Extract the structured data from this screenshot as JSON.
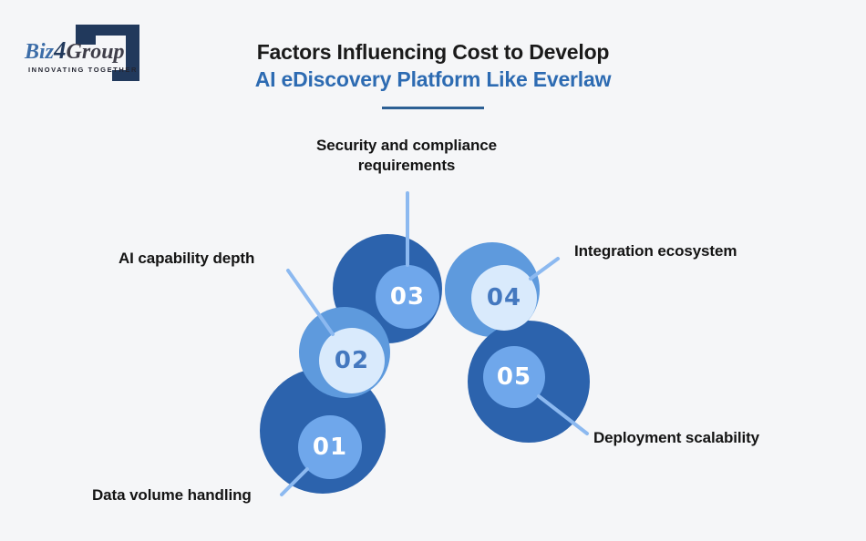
{
  "logo": {
    "brand_prefix": "Biz",
    "brand_digit": "4",
    "brand_suffix": "Group",
    "tagline": "INNOVATING TOGETHER"
  },
  "title": {
    "line1": "Factors Influencing Cost to Develop",
    "line2": "AI eDiscovery Platform Like Everlaw"
  },
  "factors": [
    {
      "number": "01",
      "label": "Data volume handling"
    },
    {
      "number": "02",
      "label": "AI capability depth"
    },
    {
      "number": "03",
      "label": "Security and compliance requirements"
    },
    {
      "number": "04",
      "label": "Integration ecosystem"
    },
    {
      "number": "05",
      "label": "Deployment scalability"
    }
  ],
  "palette": {
    "canvas-bg": "#f5f6f8",
    "dark-circle": "#2c63ad",
    "mid-outer-circle": "#5e9add",
    "mid-inner-circle": "#6fa7eb",
    "light-inner-circle": "#d9eafc",
    "number-on-light": "#4478bf",
    "number-on-dark": "#ffffff",
    "connector": "#8cb9f0",
    "title-accent": "#2d6bb2",
    "underline": "#2d6094",
    "label-text": "#141414",
    "logo-navy": "#21395c",
    "logo-blue": "#3c6da8",
    "logo-gray": "#3f3e49"
  }
}
